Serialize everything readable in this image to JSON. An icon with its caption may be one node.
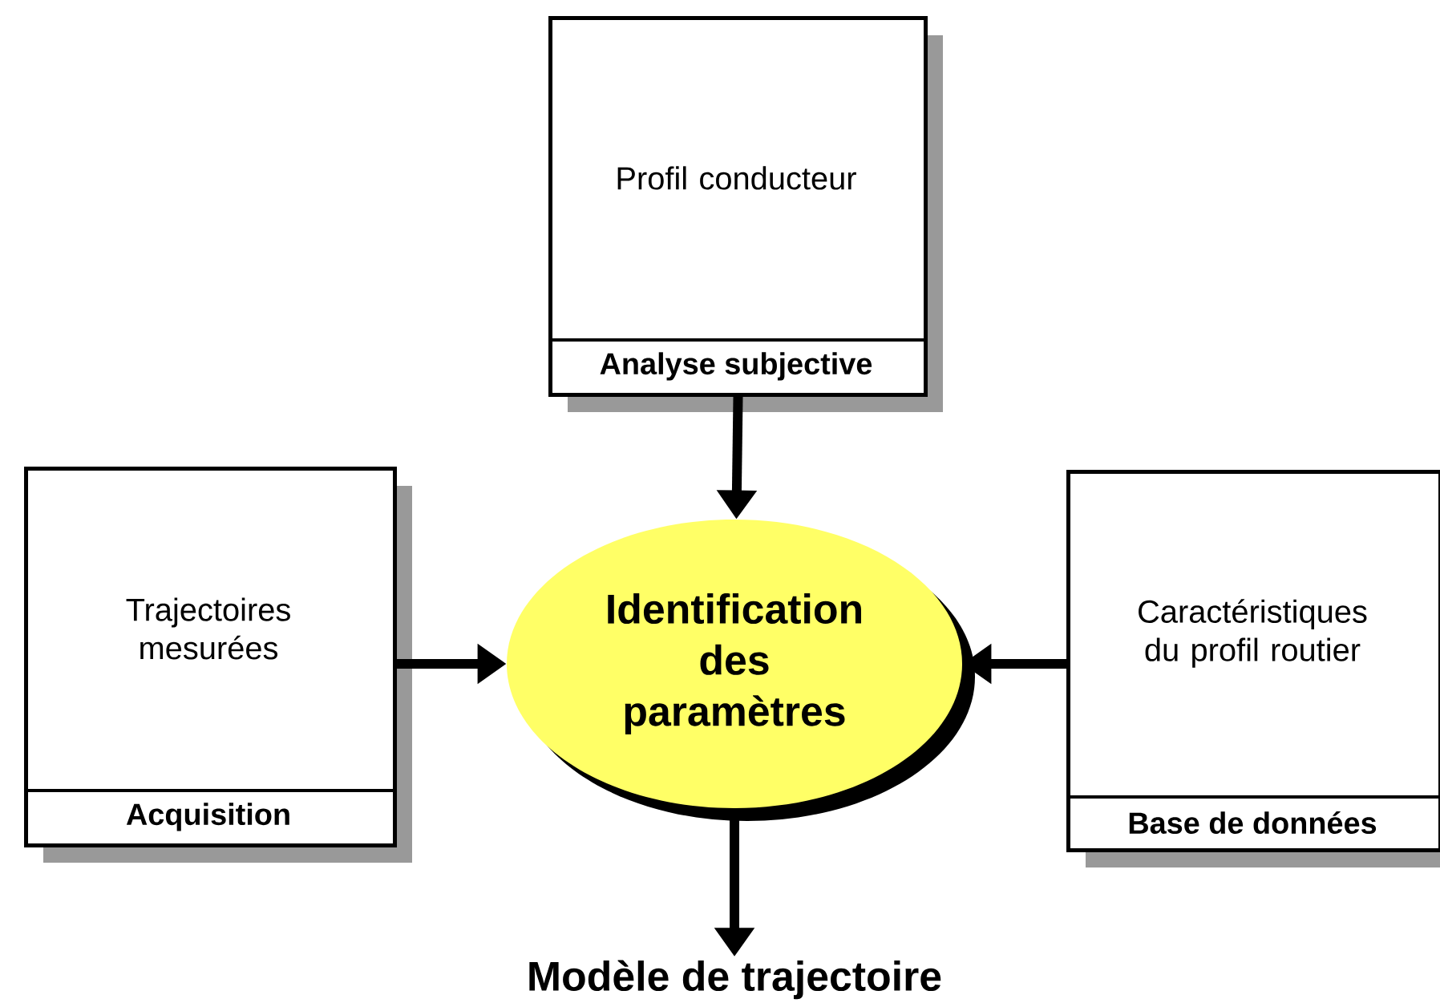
{
  "diagram": {
    "nodes": [
      {
        "text": [
          "Profil conducteur",
          "Analyse subjective"
        ]
      },
      {
        "text": [
          "Trajectoires mesurées",
          "Acquisition"
        ]
      },
      {
        "text": [
          "Identification des paramètres"
        ]
      },
      {
        "text": [
          "Caractéristiques du profil routier",
          "Base de données"
        ]
      },
      {
        "text": [
          "Modèle de trajectoire"
        ]
      }
    ],
    "edges": [
      {
        "from": 0,
        "to": 2,
        "arrow": "to"
      },
      {
        "from": 1,
        "to": 2,
        "arrow": "to"
      },
      {
        "from": 3,
        "to": 2,
        "arrow": "to"
      },
      {
        "from": 2,
        "to": 4,
        "arrow": "to"
      }
    ]
  }
}
